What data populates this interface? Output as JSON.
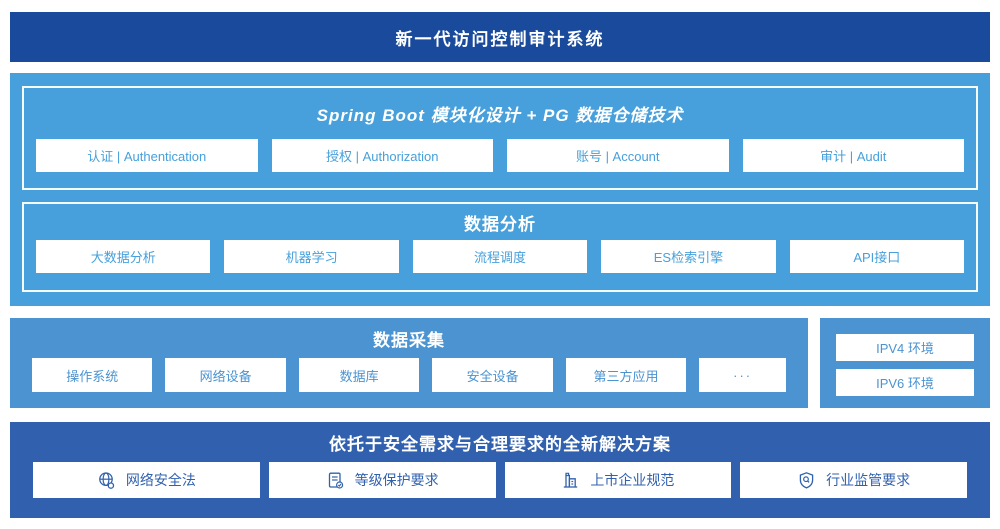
{
  "banner": {
    "title": "新一代访问控制审计系统"
  },
  "colors": {
    "banner_bg": "#1a4a9c",
    "platform_bg": "#47a0db",
    "collection_bg": "#4b93d1",
    "solution_bg": "#3161ae",
    "box_bg": "#ffffff",
    "platform_box_text": "#47a0db",
    "collection_box_text": "#4b93d1",
    "solution_box_text": "#3161ae",
    "title_text": "#ffffff"
  },
  "platform": {
    "springboot": {
      "title": "Spring Boot 模块化设计 + PG 数据仓储技术",
      "items": [
        "认证 | Authentication",
        "授权 | Authorization",
        "账号 | Account",
        "审计 | Audit"
      ]
    },
    "analysis": {
      "title": "数据分析",
      "items": [
        "大数据分析",
        "机器学习",
        "流程调度",
        "ES检索引擎",
        "API接口"
      ]
    }
  },
  "collection": {
    "title": "数据采集",
    "items": [
      "操作系统",
      "网络设备",
      "数据库",
      "安全设备",
      "第三方应用",
      "···"
    ]
  },
  "network_env": {
    "items": [
      "IPV4 环境",
      "IPV6 环境"
    ]
  },
  "solution": {
    "title": "依托于安全需求与合理要求的全新解决方案",
    "items": [
      {
        "icon": "globe-icon",
        "label": "网络安全法"
      },
      {
        "icon": "document-check-icon",
        "label": "等级保护要求"
      },
      {
        "icon": "building-icon",
        "label": "上市企业规范"
      },
      {
        "icon": "shield-search-icon",
        "label": "行业监管要求"
      }
    ]
  }
}
